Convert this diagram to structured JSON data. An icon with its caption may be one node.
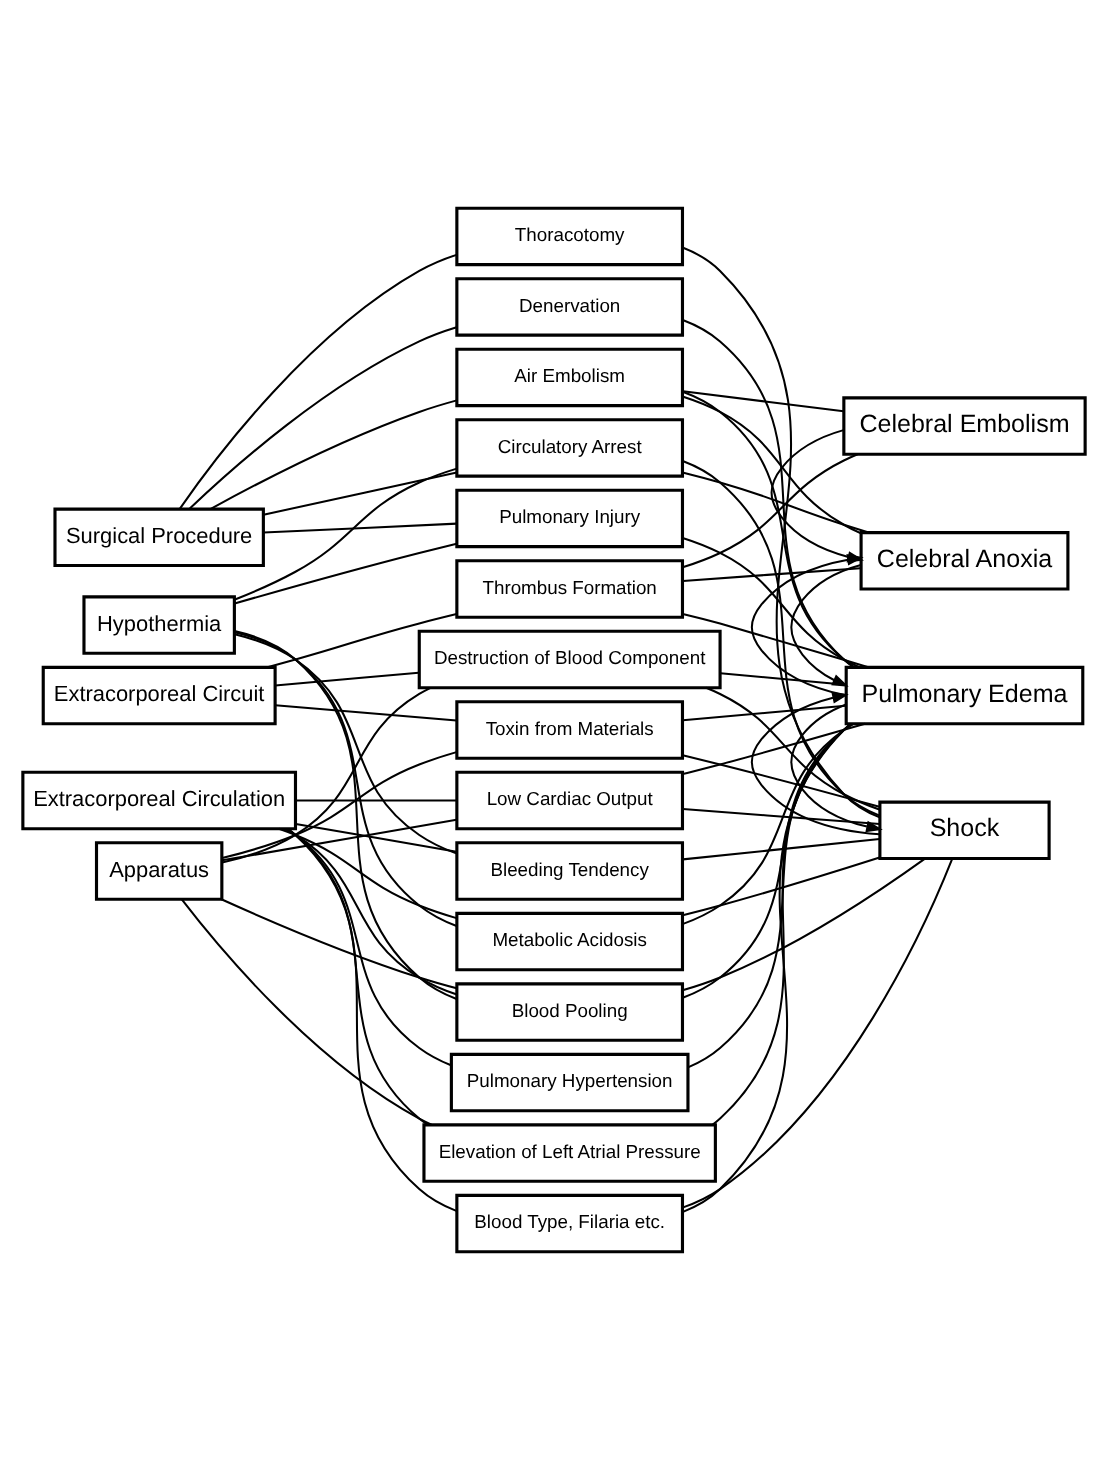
{
  "diagram": {
    "nodes": [
      {
        "text": [
          "Surgical Procedure"
        ]
      },
      {
        "text": [
          "Hypothermia"
        ]
      },
      {
        "text": [
          "Extracorporeal Circuit"
        ]
      },
      {
        "text": [
          "Extracorporeal Circulation"
        ]
      },
      {
        "text": [
          "Apparatus"
        ]
      },
      {
        "text": [
          "Thoracotomy"
        ]
      },
      {
        "text": [
          "Denervation"
        ]
      },
      {
        "text": [
          "Air Embolism"
        ]
      },
      {
        "text": [
          "Circulatory Arrest"
        ]
      },
      {
        "text": [
          "Pulmonary Injury"
        ]
      },
      {
        "text": [
          "Thrombus Formation"
        ]
      },
      {
        "text": [
          "Destruction of Blood Component"
        ]
      },
      {
        "text": [
          "Toxin from Materials"
        ]
      },
      {
        "text": [
          "Low Cardiac Output"
        ]
      },
      {
        "text": [
          "Bleeding Tendency"
        ]
      },
      {
        "text": [
          "Metabolic Acidosis"
        ]
      },
      {
        "text": [
          "Blood Pooling"
        ]
      },
      {
        "text": [
          "Pulmonary Hypertension"
        ]
      },
      {
        "text": [
          "Elevation of Left Atrial Pressure"
        ]
      },
      {
        "text": [
          "Blood Type, Filaria etc."
        ]
      },
      {
        "text": [
          "Celebral Embolism"
        ]
      },
      {
        "text": [
          "Celebral Anoxia"
        ]
      },
      {
        "text": [
          "Pulmonary Edema"
        ]
      },
      {
        "text": [
          "Shock"
        ]
      }
    ],
    "edges": [
      {
        "from": 0,
        "to": 5,
        "arrow": "none"
      },
      {
        "from": 0,
        "to": 6,
        "arrow": "none"
      },
      {
        "from": 0,
        "to": 7,
        "arrow": "none"
      },
      {
        "from": 0,
        "to": 8,
        "arrow": "none"
      },
      {
        "from": 0,
        "to": 9,
        "arrow": "none"
      },
      {
        "from": 1,
        "to": 8,
        "arrow": "none"
      },
      {
        "from": 1,
        "to": 9,
        "arrow": "none"
      },
      {
        "from": 1,
        "to": 14,
        "arrow": "none"
      },
      {
        "from": 1,
        "to": 15,
        "arrow": "none"
      },
      {
        "from": 1,
        "to": 16,
        "arrow": "none"
      },
      {
        "from": 2,
        "to": 10,
        "arrow": "none"
      },
      {
        "from": 2,
        "to": 11,
        "arrow": "none"
      },
      {
        "from": 2,
        "to": 12,
        "arrow": "none"
      },
      {
        "from": 3,
        "to": 13,
        "arrow": "none"
      },
      {
        "from": 3,
        "to": 14,
        "arrow": "none"
      },
      {
        "from": 3,
        "to": 15,
        "arrow": "none"
      },
      {
        "from": 3,
        "to": 16,
        "arrow": "none"
      },
      {
        "from": 3,
        "to": 17,
        "arrow": "none"
      },
      {
        "from": 3,
        "to": 18,
        "arrow": "none"
      },
      {
        "from": 3,
        "to": 19,
        "arrow": "none"
      },
      {
        "from": 4,
        "to": 11,
        "arrow": "none"
      },
      {
        "from": 4,
        "to": 12,
        "arrow": "none"
      },
      {
        "from": 4,
        "to": 13,
        "arrow": "none"
      },
      {
        "from": 4,
        "to": 16,
        "arrow": "none"
      },
      {
        "from": 4,
        "to": 18,
        "arrow": "none"
      },
      {
        "from": 5,
        "to": 23,
        "arrow": "none"
      },
      {
        "from": 6,
        "to": 22,
        "arrow": "none"
      },
      {
        "from": 7,
        "to": 20,
        "arrow": "none"
      },
      {
        "from": 7,
        "to": 21,
        "arrow": "none"
      },
      {
        "from": 7,
        "to": 22,
        "arrow": "none"
      },
      {
        "from": 8,
        "to": 21,
        "arrow": "none"
      },
      {
        "from": 8,
        "to": 23,
        "arrow": "none"
      },
      {
        "from": 9,
        "to": 22,
        "arrow": "none"
      },
      {
        "from": 10,
        "to": 20,
        "arrow": "none"
      },
      {
        "from": 10,
        "to": 21,
        "arrow": "none"
      },
      {
        "from": 10,
        "to": 22,
        "arrow": "none"
      },
      {
        "from": 11,
        "to": 22,
        "arrow": "none"
      },
      {
        "from": 11,
        "to": 23,
        "arrow": "none"
      },
      {
        "from": 12,
        "to": 22,
        "arrow": "none"
      },
      {
        "from": 12,
        "to": 23,
        "arrow": "none"
      },
      {
        "from": 13,
        "to": 22,
        "arrow": "none"
      },
      {
        "from": 13,
        "to": 23,
        "arrow": "none"
      },
      {
        "from": 14,
        "to": 23,
        "arrow": "none"
      },
      {
        "from": 15,
        "to": 22,
        "arrow": "none"
      },
      {
        "from": 15,
        "to": 23,
        "arrow": "none"
      },
      {
        "from": 16,
        "to": 22,
        "arrow": "none"
      },
      {
        "from": 16,
        "to": 23,
        "arrow": "none"
      },
      {
        "from": 17,
        "to": 22,
        "arrow": "none"
      },
      {
        "from": 18,
        "to": 22,
        "arrow": "none"
      },
      {
        "from": 19,
        "to": 22,
        "arrow": "none"
      },
      {
        "from": 19,
        "to": 23,
        "arrow": "none"
      },
      {
        "from": 20,
        "to": 21,
        "arrow": "to"
      },
      {
        "from": 21,
        "to": 22,
        "arrow": "to"
      },
      {
        "from": 22,
        "to": 21,
        "arrow": "to"
      },
      {
        "from": 22,
        "to": 23,
        "arrow": "to"
      },
      {
        "from": 23,
        "to": 22,
        "arrow": "to"
      }
    ]
  }
}
